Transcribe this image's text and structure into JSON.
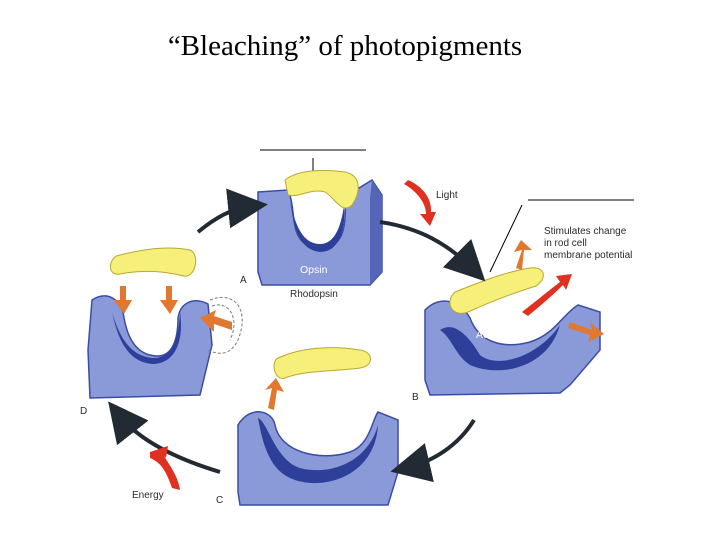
{
  "title": "“Bleaching” of photopigments",
  "labels": {
    "opsin": "Opsin",
    "rhodopsin": "Rhodopsin",
    "light": "Light",
    "stimulates_line1": "Stimulates change",
    "stimulates_line2": "in rod cell",
    "stimulates_line3": "membrane potential",
    "active_site": "Active site",
    "energy": "Energy",
    "state_a": "A",
    "state_b": "B",
    "state_c": "C",
    "state_d": "D"
  },
  "colors": {
    "protein_blue": "#8a9ad8",
    "protein_dark": "#2e3f9a",
    "retinal_yellow": "#f6f07a",
    "arrow_orange": "#e07830",
    "arrow_red": "#e03020",
    "cycle_arrow": "#222a33"
  }
}
